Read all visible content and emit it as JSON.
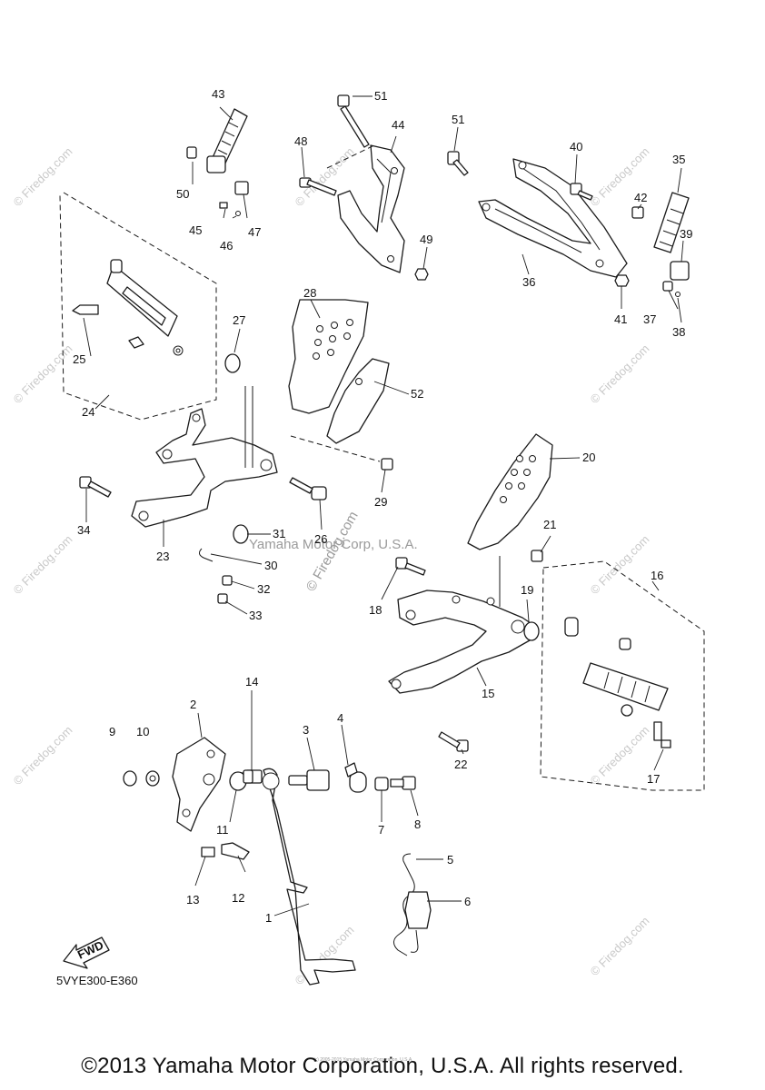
{
  "diagram": {
    "code": "5VYE300-E360",
    "fwd_label": "FWD",
    "watermark_site": "© Firedog.com",
    "watermark_corp": "Yamaha Motor Corp, U.S.A.",
    "watermark_center": "© Firedog.com",
    "callouts": [
      "1",
      "2",
      "3",
      "4",
      "5",
      "6",
      "7",
      "8",
      "9",
      "10",
      "11",
      "12",
      "13",
      "14",
      "15",
      "16",
      "17",
      "18",
      "19",
      "20",
      "21",
      "22",
      "23",
      "24",
      "25",
      "26",
      "27",
      "28",
      "29",
      "30",
      "31",
      "32",
      "33",
      "34",
      "35",
      "36",
      "37",
      "38",
      "39",
      "40",
      "41",
      "42",
      "43",
      "44",
      "45",
      "46",
      "47",
      "48",
      "49",
      "50",
      "51",
      "51",
      "52"
    ]
  },
  "footer": {
    "copyright": "©2013 Yamaha Motor Corporation, U.S.A. All rights reserved.",
    "tiny_credit": "(c) 2005-2015 Yamaha Motor Corporation, U.S.A."
  }
}
